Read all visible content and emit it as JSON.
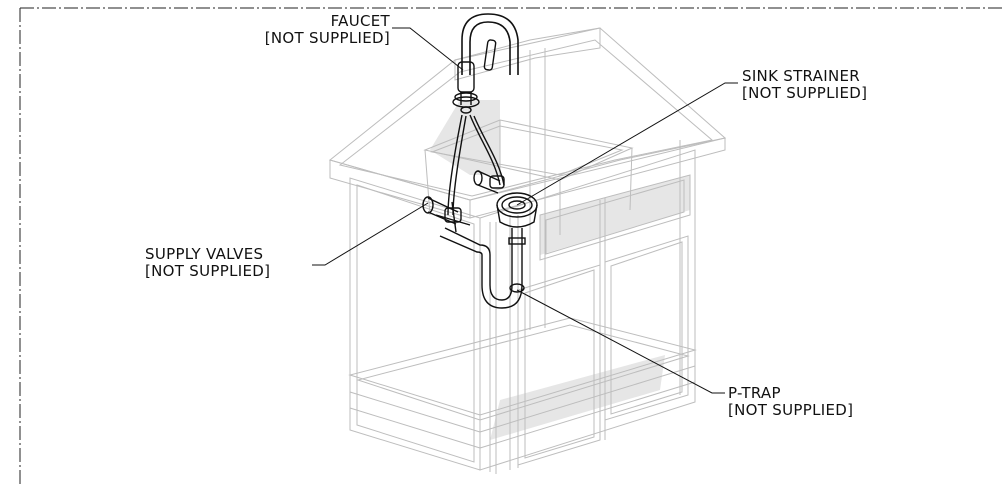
{
  "labels": {
    "faucet": {
      "name": "FAUCET",
      "note": "[NOT SUPPLIED]"
    },
    "sink_strainer": {
      "name": "SINK STRAINER",
      "note": "[NOT SUPPLIED]"
    },
    "supply_valves": {
      "name": "SUPPLY VALVES",
      "note": "[NOT SUPPLIED]"
    },
    "p_trap": {
      "name": "P-TRAP",
      "note": "[NOT SUPPLIED]"
    }
  },
  "colors": {
    "line": "#111111",
    "ghost": "#bdbdbd",
    "shade": "#e6e6e6"
  }
}
